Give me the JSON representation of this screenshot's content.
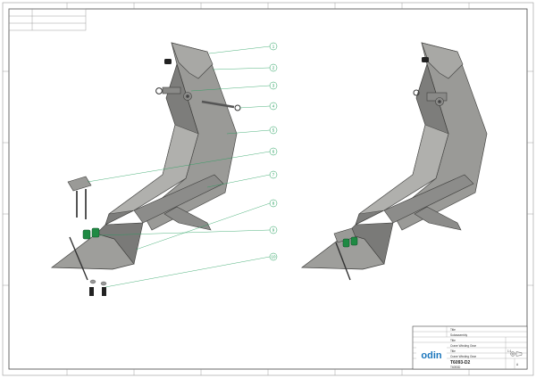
{
  "title_block": {
    "rows": [
      "Title",
      "Subassembly",
      "Title",
      "Crane Winding Gear",
      "Title",
      "Crane Winding Gear"
    ],
    "drawing_number": "T6093-D2",
    "revision": "A",
    "company": "odin",
    "sheet": "1:1",
    "part_code": "T6093D"
  },
  "balloons": [
    "1",
    "2",
    "3",
    "4",
    "5",
    "6",
    "7",
    "8",
    "9",
    "10"
  ],
  "colors": {
    "frame": "#8e8e8c",
    "frame_dark": "#5f5f5d",
    "frame_light": "#b8b8b5",
    "bushing": "#1f8a43",
    "leader": "#1f9e5a",
    "logo": "#1b76bc"
  }
}
